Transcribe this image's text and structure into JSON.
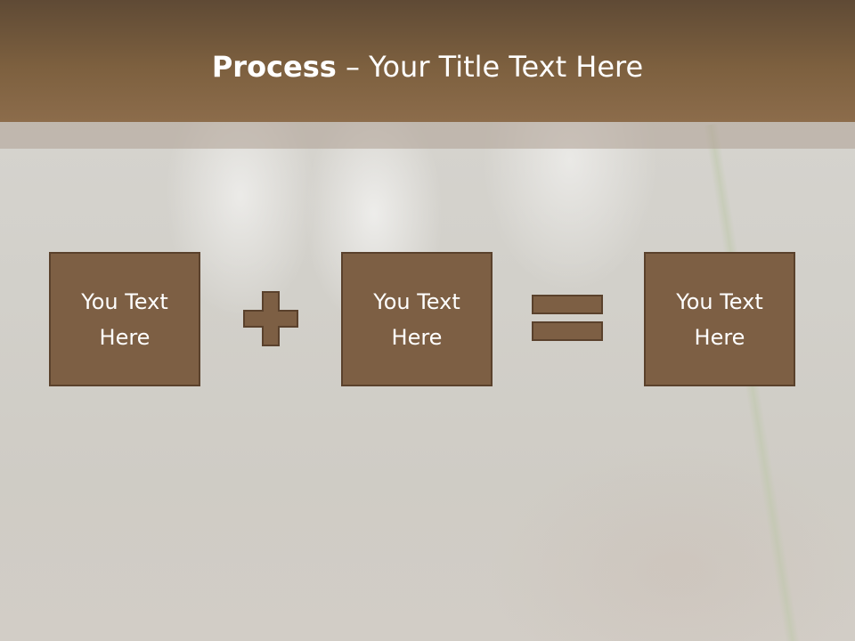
{
  "slide": {
    "title_bold": "Process",
    "title_separator": " – ",
    "title_rest": "Your Title Text Here"
  },
  "process": {
    "boxes": [
      {
        "text": "You Text Here"
      },
      {
        "text": "You Text Here"
      },
      {
        "text": "You Text Here"
      }
    ],
    "operators": [
      "plus-icon",
      "equals-icon"
    ]
  },
  "colors": {
    "header": "#7d603f",
    "box_fill": "#7d5f44",
    "box_border": "#5a412c",
    "text": "#ffffff"
  }
}
